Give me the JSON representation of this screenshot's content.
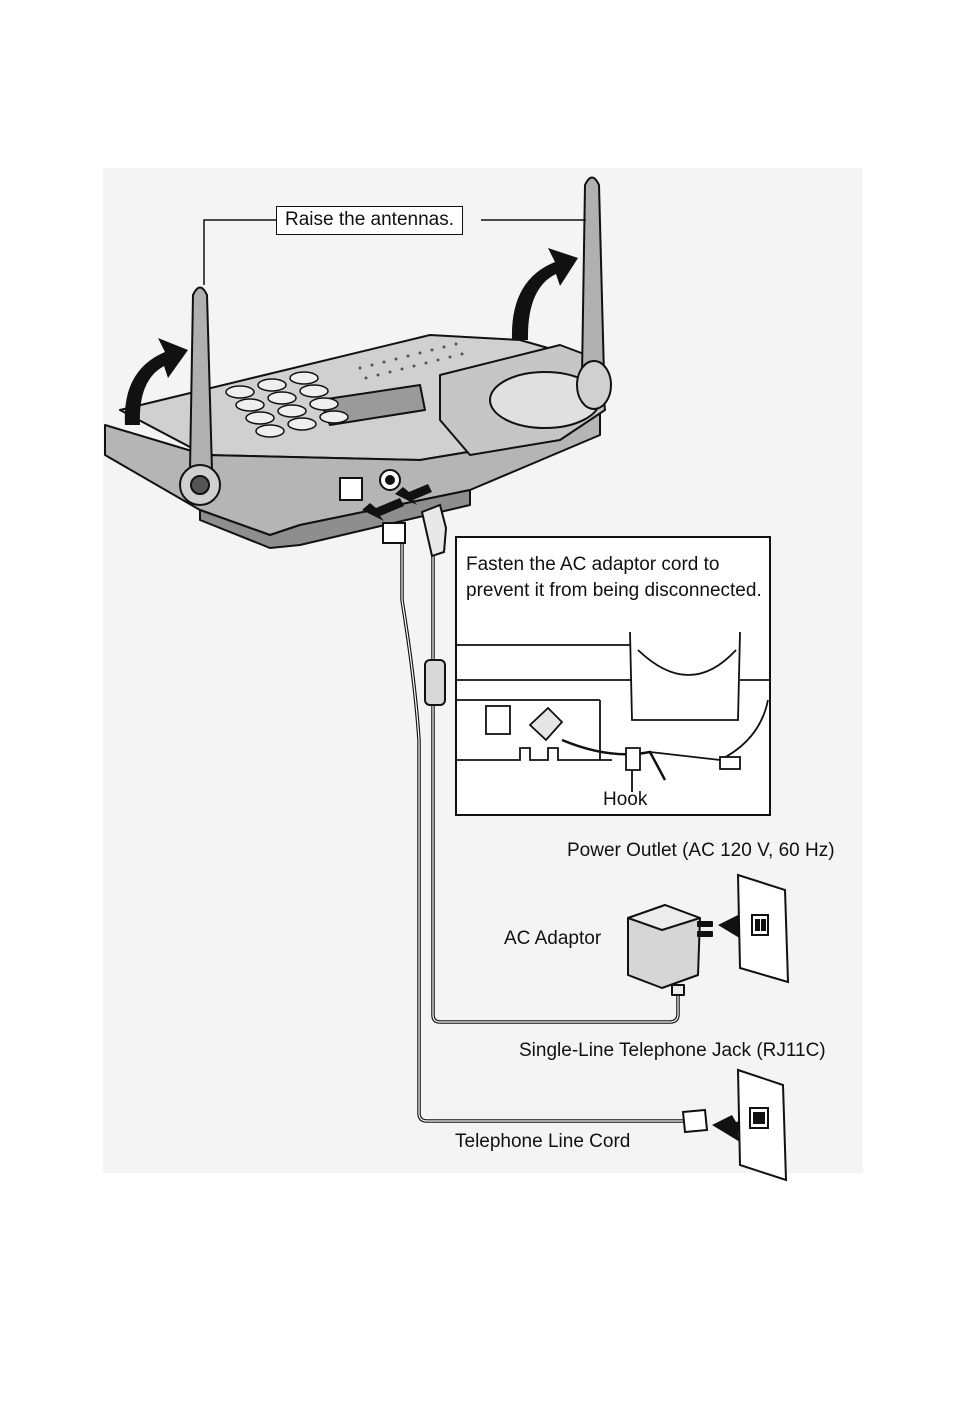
{
  "labels": {
    "raise_antennas": "Raise the antennas.",
    "fasten_note": "Fasten the AC adaptor cord to prevent it from being disconnected.",
    "hook": "Hook",
    "power_outlet": "Power Outlet (AC 120 V, 60 Hz)",
    "ac_adaptor": "AC Adaptor",
    "telephone_jack": "Single-Line Telephone Jack (RJ11C)",
    "telephone_line_cord": "Telephone Line Cord"
  },
  "colors": {
    "line": "#111111",
    "shade": "#d9d9d9",
    "device_body": "#bdbdbd",
    "background": "#ffffff"
  }
}
